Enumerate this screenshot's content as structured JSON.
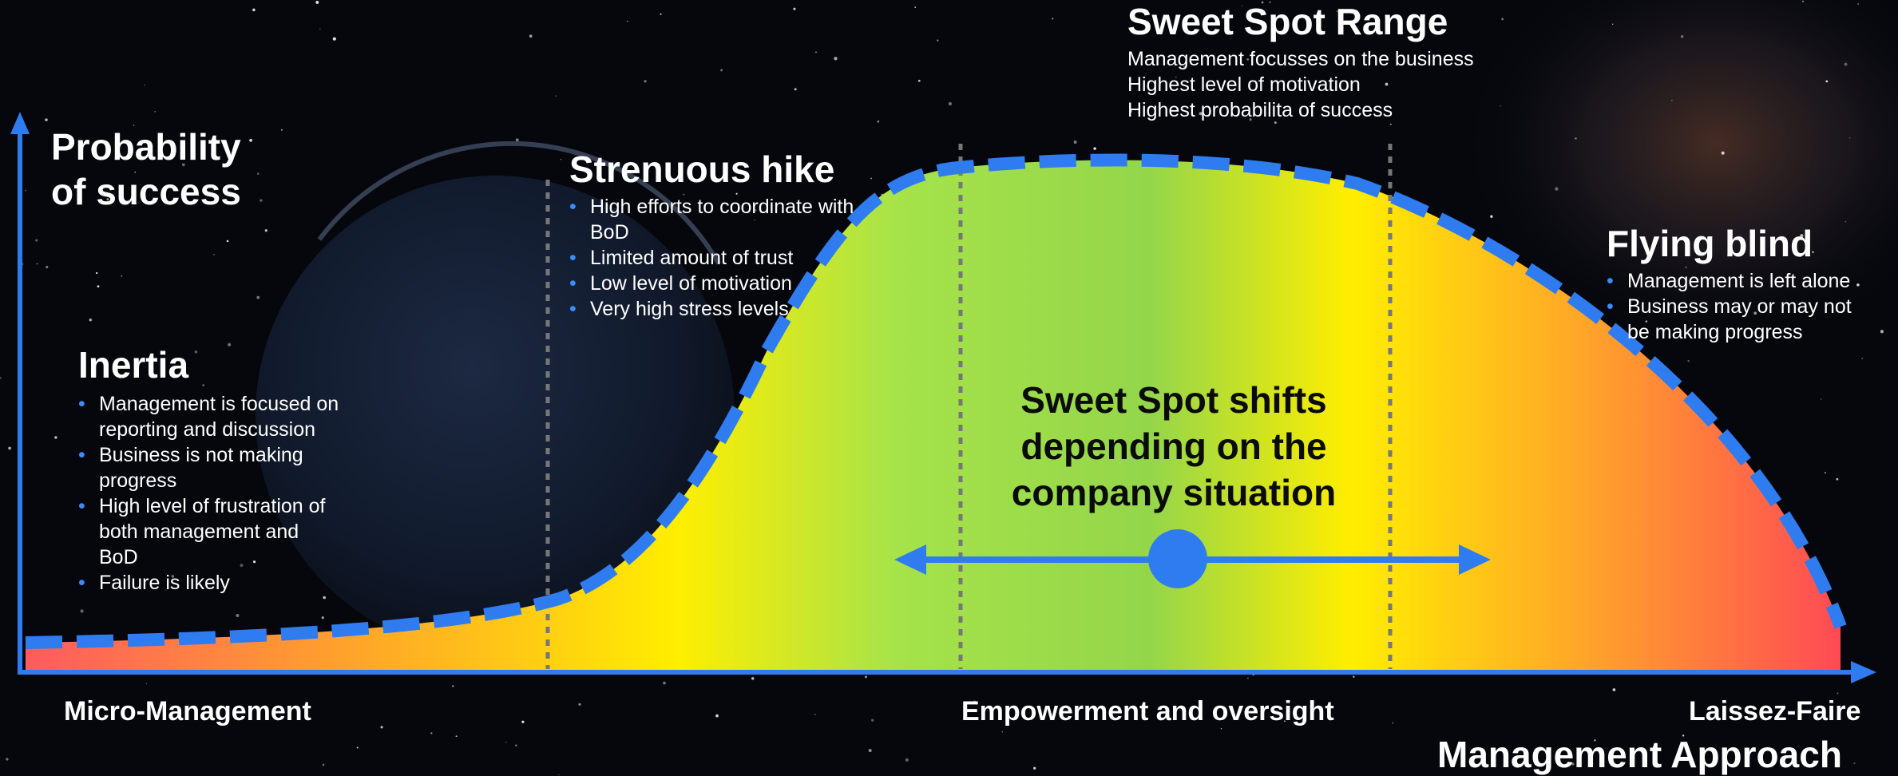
{
  "colors": {
    "accent_blue": "#2f7cf0",
    "bullet_blue": "#3b8cff",
    "curve_red": "#ff5a5f",
    "curve_orange": "#ffa42a",
    "curve_yellow": "#ffee00",
    "curve_green": "#a6e34a",
    "background": "#05070d"
  },
  "y_axis_title": [
    "Probability",
    "of success"
  ],
  "x_axis": {
    "title": "Management Approach",
    "left_label": "Micro-Management",
    "center_label": "Empowerment and oversight",
    "right_label": "Laissez-Faire"
  },
  "inertia": {
    "title": "Inertia",
    "bullets": [
      [
        "Management is focused on",
        "reporting and discussion"
      ],
      [
        "Business is not making",
        "progress"
      ],
      [
        "High level of frustration of",
        "both management and",
        "BoD"
      ],
      [
        "Failure is likely"
      ]
    ]
  },
  "strenuous": {
    "title": "Strenuous hike",
    "bullets": [
      [
        "High efforts to coordinate with",
        "BoD"
      ],
      [
        "Limited amount of trust"
      ],
      [
        "Low level of motivation"
      ],
      [
        "Very high stress levels"
      ]
    ]
  },
  "sweet_spot": {
    "title": "Sweet Spot Range",
    "lines": [
      "Management focusses on the business",
      "Highest level of motivation",
      "Highest probabilita of success"
    ]
  },
  "flying_blind": {
    "title": "Flying blind",
    "bullets": [
      [
        "Management is left alone"
      ],
      [
        "Business may or may not",
        "be making progress"
      ]
    ]
  },
  "center_message": [
    "Sweet Spot shifts",
    "depending on the",
    "company situation"
  ]
}
